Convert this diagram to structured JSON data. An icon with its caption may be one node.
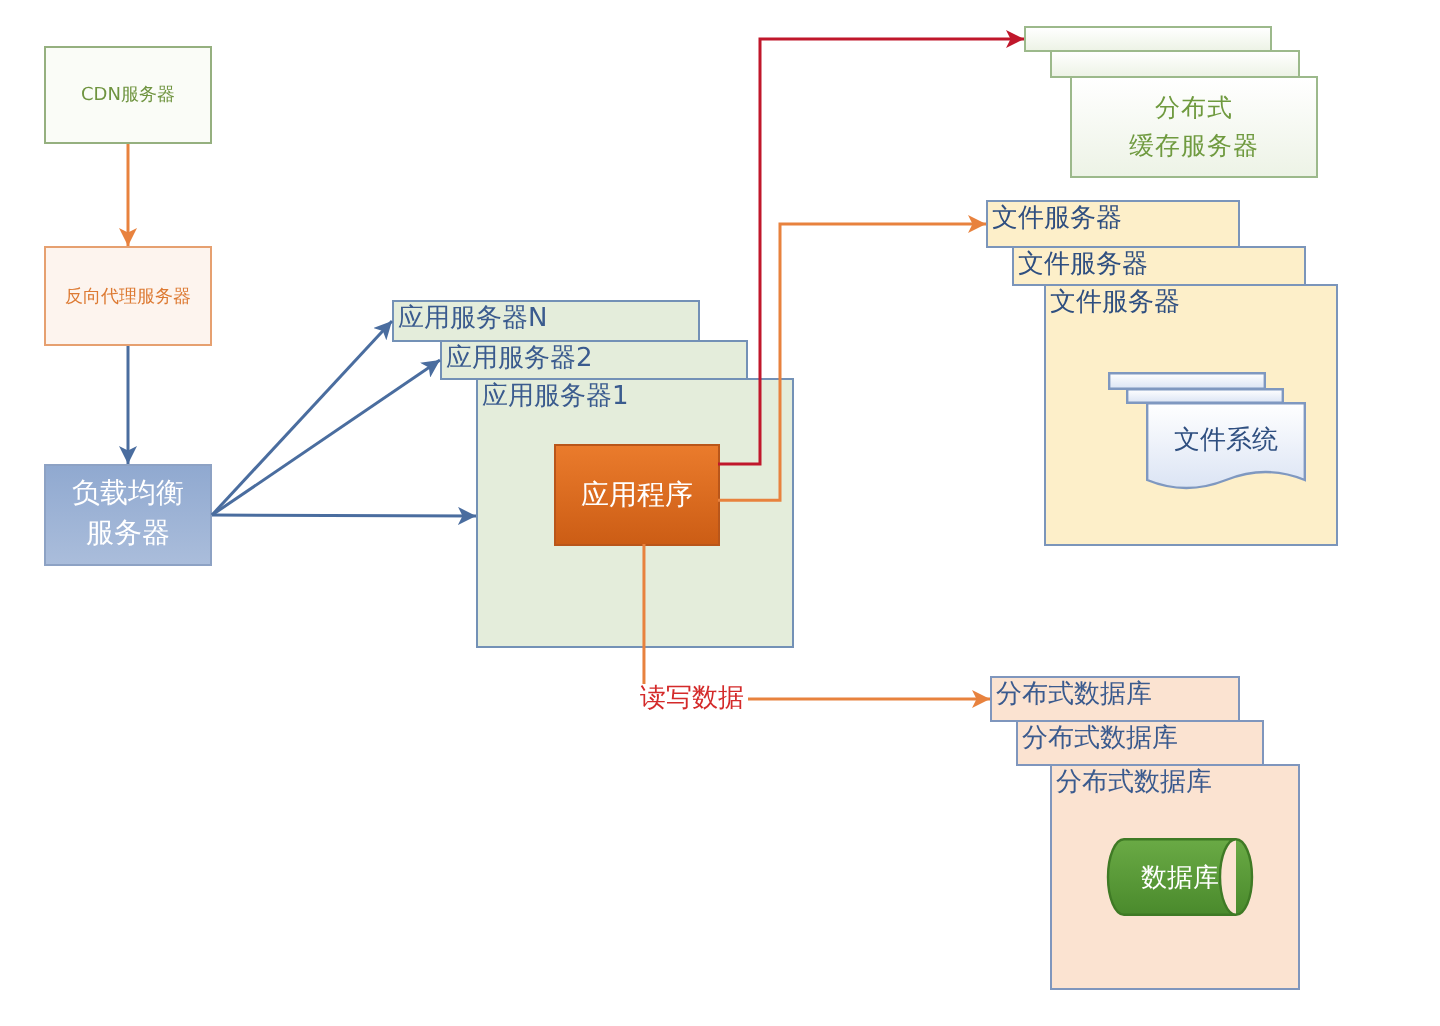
{
  "diagram": {
    "nodes": [
      {
        "text": [
          "CDN服务器"
        ]
      },
      {
        "text": [
          "反向代理服务器"
        ]
      },
      {
        "text": [
          "负载均衡服务器"
        ]
      },
      {
        "text": [
          "应用服务器N"
        ]
      },
      {
        "text": [
          "应用服务器2"
        ]
      },
      {
        "text": [
          "应用服务器1"
        ]
      },
      {
        "text": [
          "应用程序"
        ],
        "in": 5
      },
      {
        "text": [],
        "shape": "box"
      },
      {
        "text": [],
        "shape": "box"
      },
      {
        "text": [
          "分布式缓存服务器"
        ]
      },
      {
        "text": [
          "文件服务器"
        ]
      },
      {
        "text": [
          "文件服务器"
        ]
      },
      {
        "text": [
          "文件服务器"
        ]
      },
      {
        "text": [],
        "shape": "document",
        "in": 12
      },
      {
        "text": [],
        "shape": "document",
        "in": 12
      },
      {
        "text": [
          "文件系统"
        ],
        "in": 12
      },
      {
        "text": [
          "分布式数据库"
        ]
      },
      {
        "text": [
          "分布式数据库"
        ]
      },
      {
        "text": [
          "分布式数据库"
        ]
      },
      {
        "text": [
          "数据库"
        ],
        "in": 18
      }
    ],
    "edges": [
      {
        "from": 0,
        "to": 1,
        "arrow": "to",
        "color": "#e8823e"
      },
      {
        "from": 1,
        "to": 2,
        "arrow": "to"
      },
      {
        "from": 2,
        "to": 3,
        "arrow": "to"
      },
      {
        "from": 2,
        "to": 4,
        "arrow": "to"
      },
      {
        "from": 2,
        "to": 5,
        "arrow": "to"
      },
      {
        "from": 6,
        "to": 7,
        "arrow": "to",
        "color": "#c0172b"
      },
      {
        "from": 6,
        "to": 10,
        "arrow": "to",
        "color": "#e8823e"
      },
      {
        "from": 6,
        "to": 16,
        "arrow": "to",
        "color": "#e8823e",
        "label": "读写数据"
      }
    ]
  }
}
